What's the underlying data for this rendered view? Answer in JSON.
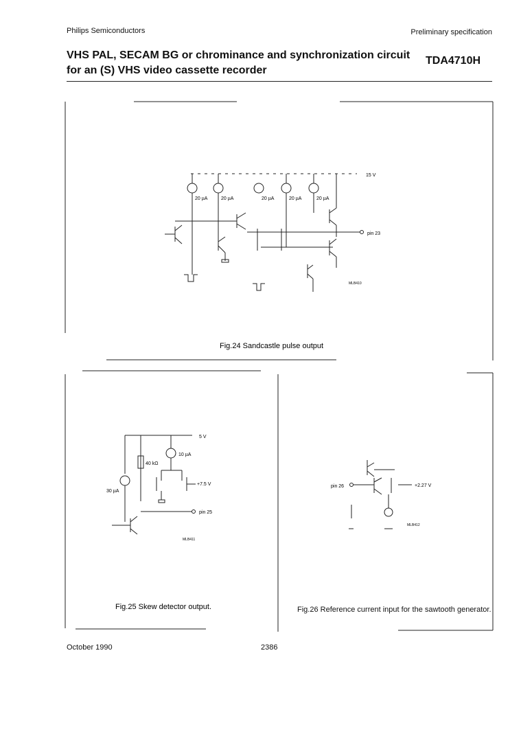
{
  "header": {
    "company": "Philips Semiconductors",
    "doc_type": "Preliminary specification",
    "title": "VHS PAL, SECAM BG or chrominance and synchronization circuit for an (S) VHS video cassette recorder",
    "part_number": "TDA4710H"
  },
  "fig24": {
    "caption": "Fig.24 Sandcastle pulse output",
    "supply": "15 V",
    "current_1": "20 µA",
    "current_2": "20 µA",
    "current_3": "20 µA",
    "current_4": "20 µA",
    "current_5": "20 µA",
    "pin": "pin 23",
    "code": "MLB410"
  },
  "fig25": {
    "caption": "Fig.25 Skew detector output.",
    "supply": "5 V",
    "resistor": "40 kΩ",
    "current_top": "10 µA",
    "current_left": "30 µA",
    "bias": "+7.5 V",
    "pin": "pin 25",
    "code": "MLB411"
  },
  "fig26": {
    "caption": "Fig.26 Reference current input for the sawtooth generator.",
    "pin": "pin 26",
    "bias": "+2.27 V",
    "code": "MLB412"
  },
  "footer": {
    "date": "October 1990",
    "page": "2386"
  }
}
